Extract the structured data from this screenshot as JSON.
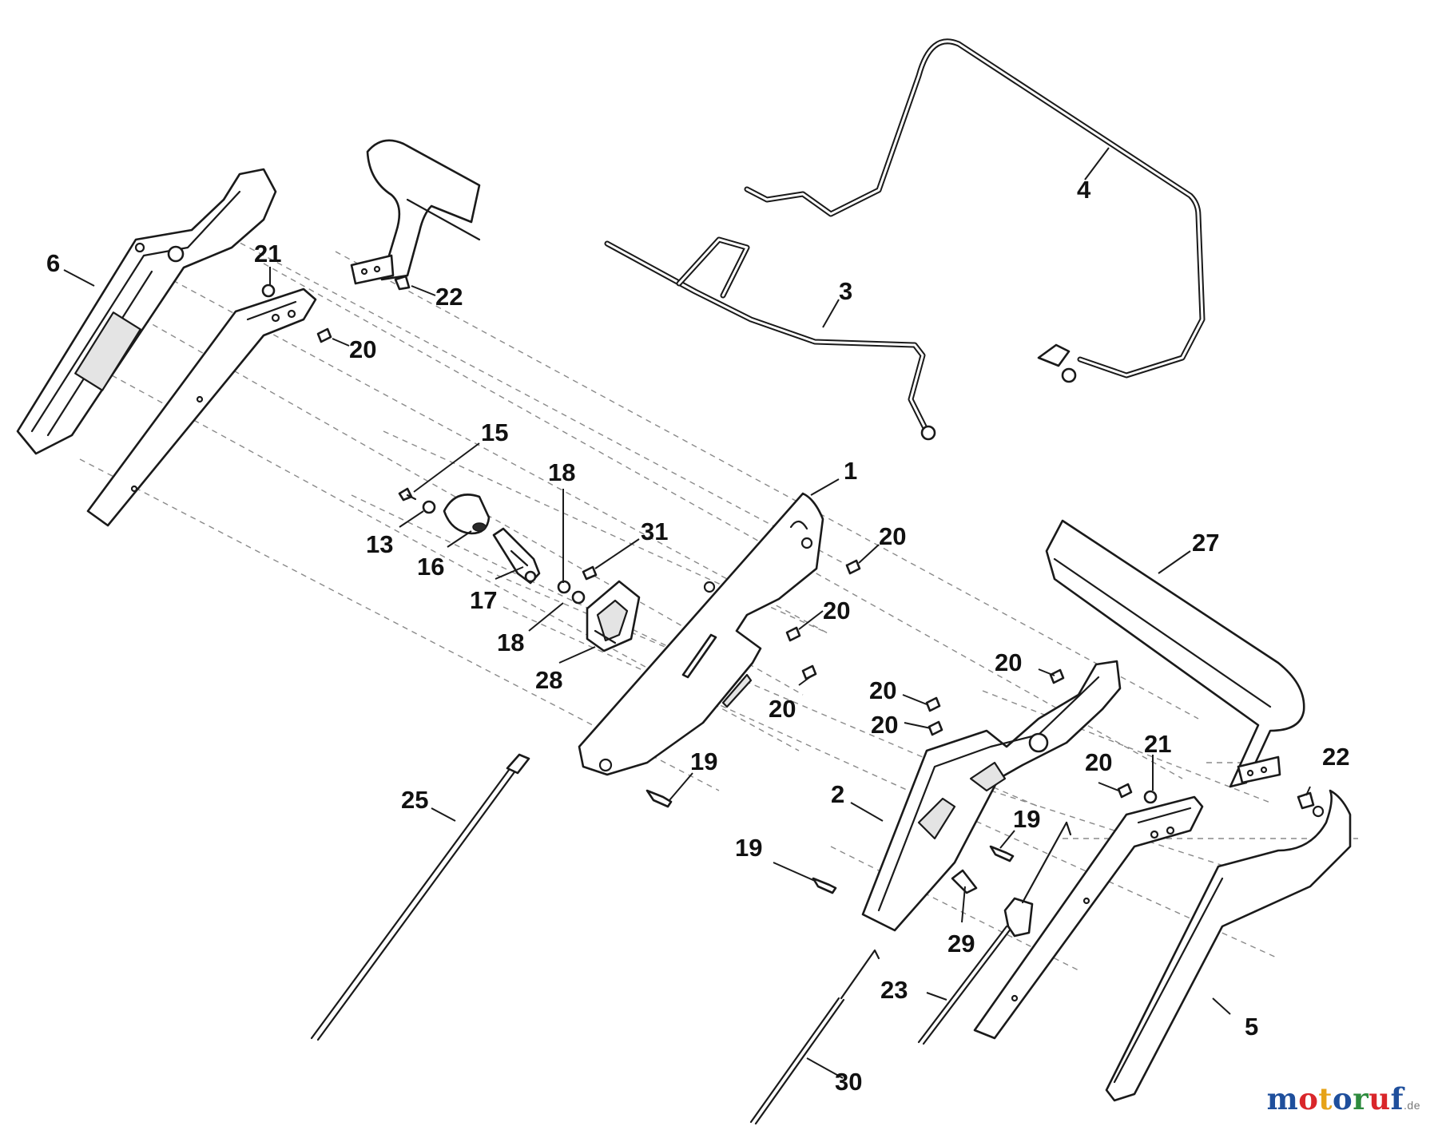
{
  "diagram": {
    "colors": {
      "line": "#1a1a1a",
      "guide": "#8a8a8a",
      "background": "#ffffff"
    },
    "callouts": [
      {
        "id": "c6",
        "text": "6"
      },
      {
        "id": "c21a",
        "text": "21"
      },
      {
        "id": "c22a",
        "text": "22"
      },
      {
        "id": "c20a",
        "text": "20"
      },
      {
        "id": "c4",
        "text": "4"
      },
      {
        "id": "c3",
        "text": "3"
      },
      {
        "id": "c15",
        "text": "15"
      },
      {
        "id": "c18a",
        "text": "18"
      },
      {
        "id": "c13",
        "text": "13"
      },
      {
        "id": "c16",
        "text": "16"
      },
      {
        "id": "c17",
        "text": "17"
      },
      {
        "id": "c31",
        "text": "31"
      },
      {
        "id": "c18b",
        "text": "18"
      },
      {
        "id": "c28",
        "text": "28"
      },
      {
        "id": "c1",
        "text": "1"
      },
      {
        "id": "c20b",
        "text": "20"
      },
      {
        "id": "c20c",
        "text": "20"
      },
      {
        "id": "c20d",
        "text": "20"
      },
      {
        "id": "c27",
        "text": "27"
      },
      {
        "id": "c20e",
        "text": "20"
      },
      {
        "id": "c20f",
        "text": "20"
      },
      {
        "id": "c20g",
        "text": "20"
      },
      {
        "id": "c21b",
        "text": "21"
      },
      {
        "id": "c20h",
        "text": "20"
      },
      {
        "id": "c22b",
        "text": "22"
      },
      {
        "id": "c19a",
        "text": "19"
      },
      {
        "id": "c25",
        "text": "25"
      },
      {
        "id": "c2",
        "text": "2"
      },
      {
        "id": "c19b",
        "text": "19"
      },
      {
        "id": "c19c",
        "text": "19"
      },
      {
        "id": "c29",
        "text": "29"
      },
      {
        "id": "c23",
        "text": "23"
      },
      {
        "id": "c5",
        "text": "5"
      },
      {
        "id": "c30",
        "text": "30"
      }
    ]
  },
  "brand": {
    "letters": [
      {
        "ch": "m",
        "color": "#1f4f9c"
      },
      {
        "ch": "o",
        "color": "#d9262a"
      },
      {
        "ch": "t",
        "color": "#e6a317"
      },
      {
        "ch": "o",
        "color": "#1f4f9c"
      },
      {
        "ch": "r",
        "color": "#2e8b3e"
      },
      {
        "ch": "u",
        "color": "#d9262a"
      },
      {
        "ch": "f",
        "color": "#1f4f9c"
      }
    ],
    "tld": ".de"
  }
}
